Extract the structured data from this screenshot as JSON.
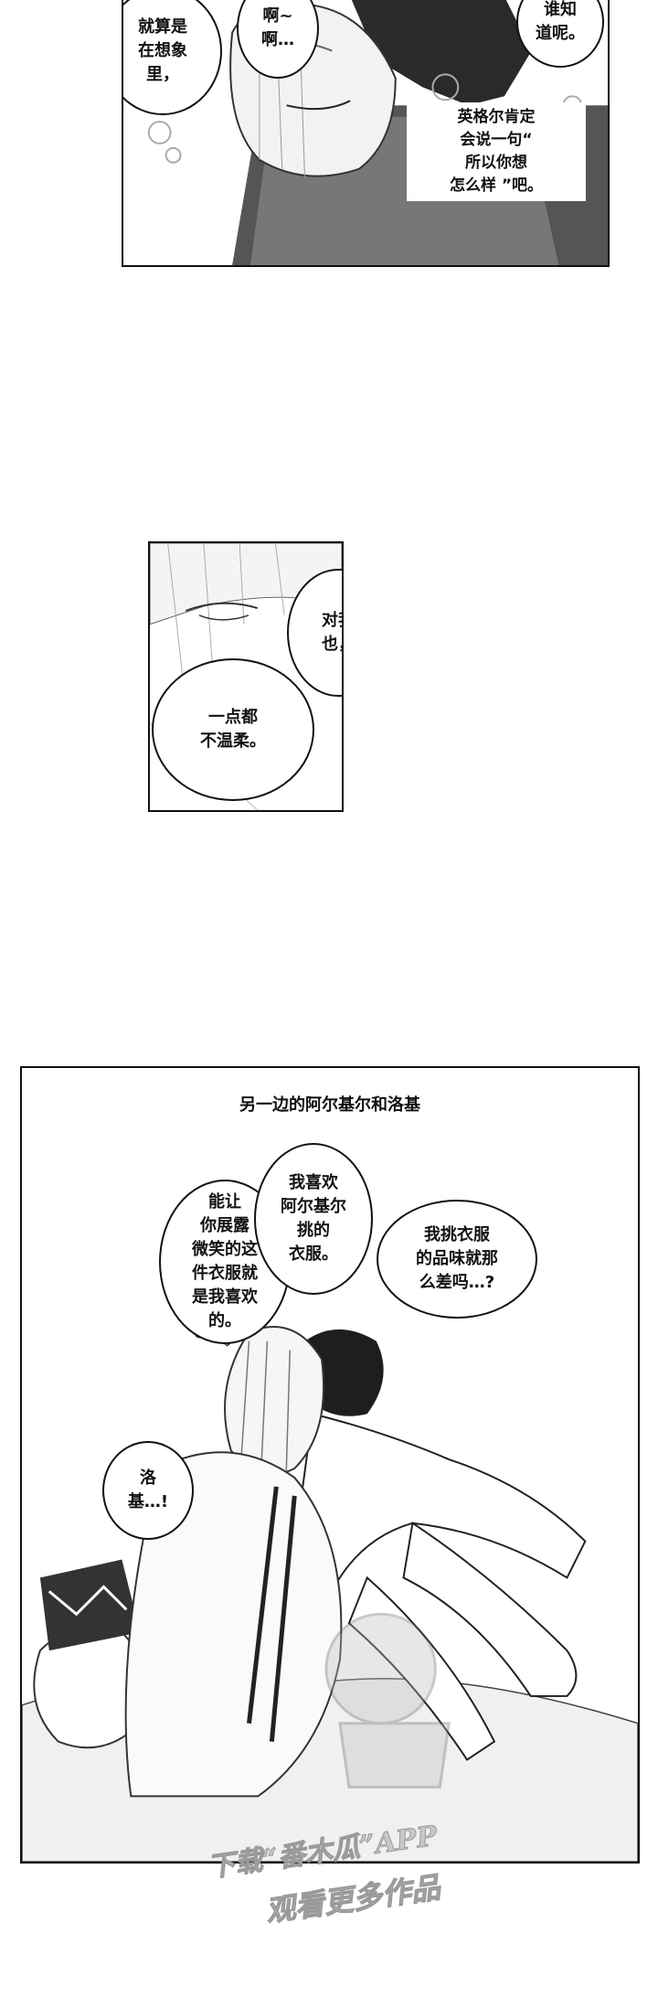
{
  "panel1": {
    "bubble_left": "就算是\n在想象\n里，",
    "bubble_middle": "啊~\n啊…",
    "bubble_right": "谁知\n道呢。",
    "narration": "英格尔肯定\n会说一句“\n所以你想\n怎么样 ”吧。"
  },
  "panel2": {
    "bubble_top": "对我\n也，",
    "bubble_bottom": "一点都\n不温柔。"
  },
  "panel3": {
    "caption": "另一边的阿尔基尔和洛基",
    "bubble_left": "能让\n你展露\n微笑的这\n件衣服就\n是我喜欢\n的。",
    "bubble_middle": "我喜欢\n阿尔基尔\n挑的\n衣服。",
    "bubble_right": "我挑衣服\n的品味就那\n么差吗…?",
    "bubble_lower": "洛\n基…!"
  },
  "watermark": {
    "line1": "下载“番木瓜”APP",
    "line2": "观看更多作品"
  }
}
